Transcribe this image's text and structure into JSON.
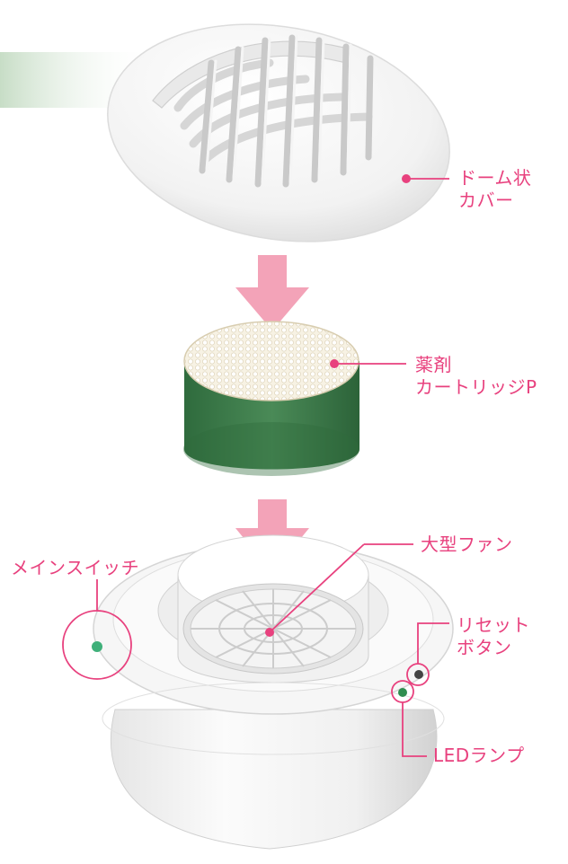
{
  "labels": {
    "dome_cover": [
      "ドーム状",
      "カバー"
    ],
    "cartridge": [
      "薬剤",
      "カートリッジP"
    ],
    "main_switch": "メインスイッチ",
    "fan": "大型ファン",
    "reset_button": [
      "リセット",
      "ボタン"
    ],
    "led_lamp": "LEDランプ"
  },
  "colors": {
    "accent": "#e8417e",
    "arrow": "#f3a3b8",
    "cartridge_green": "#3f7d4e",
    "banner_green": "#cfe3cf"
  }
}
